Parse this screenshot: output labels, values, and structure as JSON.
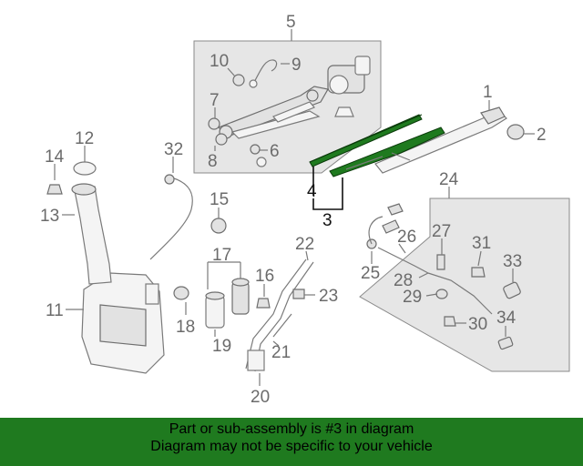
{
  "diagram": {
    "callouts": {
      "c1": "1",
      "c2": "2",
      "c3": "3",
      "c4": "4",
      "c5": "5",
      "c6": "6",
      "c7": "7",
      "c8": "8",
      "c9": "9",
      "c10": "10",
      "c11": "11",
      "c12": "12",
      "c13": "13",
      "c14": "14",
      "c15": "15",
      "c16": "16",
      "c17": "17",
      "c18": "18",
      "c19": "19",
      "c20": "20",
      "c21": "21",
      "c22": "22",
      "c23": "23",
      "c24": "24",
      "c25": "25",
      "c26": "26",
      "c27": "27",
      "c28": "28",
      "c29": "29",
      "c30": "30",
      "c31": "31",
      "c32": "32",
      "c33": "33",
      "c34": "34"
    },
    "highlight_color": "#1f7a1f"
  },
  "footer": {
    "line1": "Part or sub-assembly is #3 in diagram",
    "line2": "Diagram may not be specific to your vehicle",
    "background": "#1f7a1f"
  }
}
